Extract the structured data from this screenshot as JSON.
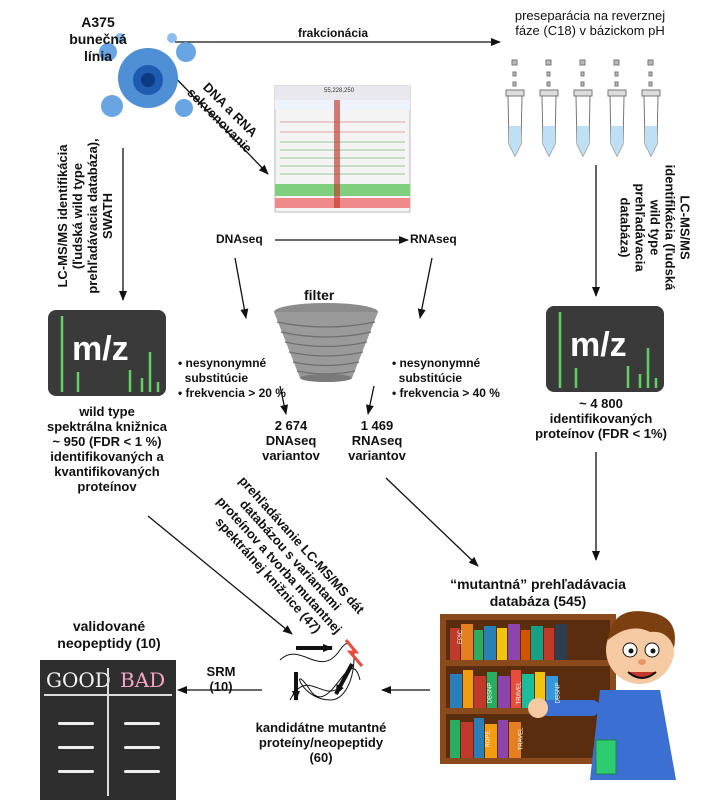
{
  "cell_line": [
    "A375",
    "bunečná",
    "línia"
  ],
  "fractionation": "frakcionácia",
  "preseparation": [
    "preseparácia na reverznej",
    "fáze (C18) v bázickom pH"
  ],
  "sequencing": [
    "DNA a RNA",
    "sekvenovanie"
  ],
  "seq_read": "55,228,250",
  "dnaseq": "DNAseq",
  "rnaseq": "RNAseq",
  "filter": "filter",
  "filter_left": [
    "• nesynonymné",
    "  substitúcie",
    "• frekvencia > 20 %"
  ],
  "filter_right": [
    "• nesynonymné",
    "  substitúcie",
    "• frekvencia > 40 %"
  ],
  "dna_variants": [
    "2 674",
    "DNAseq",
    "variantov"
  ],
  "rna_variants": [
    "1 469",
    "RNAseq",
    "variantov"
  ],
  "left_method": [
    "LC-MS/MS identifikácia",
    "(ľudská wild type",
    "prehľadávacia databáza),",
    "SWATH"
  ],
  "right_method": [
    "LC-MS/MS",
    "identifikácia (ľudská",
    "wild type",
    "prehľadávacia",
    "databáza)"
  ],
  "mz_label": "m/z",
  "wild_type_lib": [
    "wild type",
    "spektrálna knižnica",
    "~ 950 (FDR < 1 %)",
    "identifikovaných a",
    "kvantifikovaných",
    "proteínov"
  ],
  "identified": [
    "~ 4 800",
    "identifikovaných",
    "proteínov (FDR < 1%)"
  ],
  "mutant_search": [
    "prehľadávanie LC-MS/MS dát",
    "databázou s variantami",
    "proteínov a tvorba mutantnej",
    "spektrálnej knižnice (47)"
  ],
  "mutant_db": [
    "“mutantná” prehľadávacia",
    "databáza (545)"
  ],
  "candidates": [
    "kandidátne mutantné",
    "proteíny/neopeptidy",
    "(60)"
  ],
  "srm": [
    "SRM",
    "(10)"
  ],
  "validated": [
    "validované",
    "neopeptidy (10)"
  ],
  "board_good": "GOOD",
  "board_bad": "BAD",
  "book_spines": [
    "EPIC",
    "DBSNP",
    "TRAVEL",
    "DBSNP",
    "ROPE",
    "TRAVEL"
  ]
}
